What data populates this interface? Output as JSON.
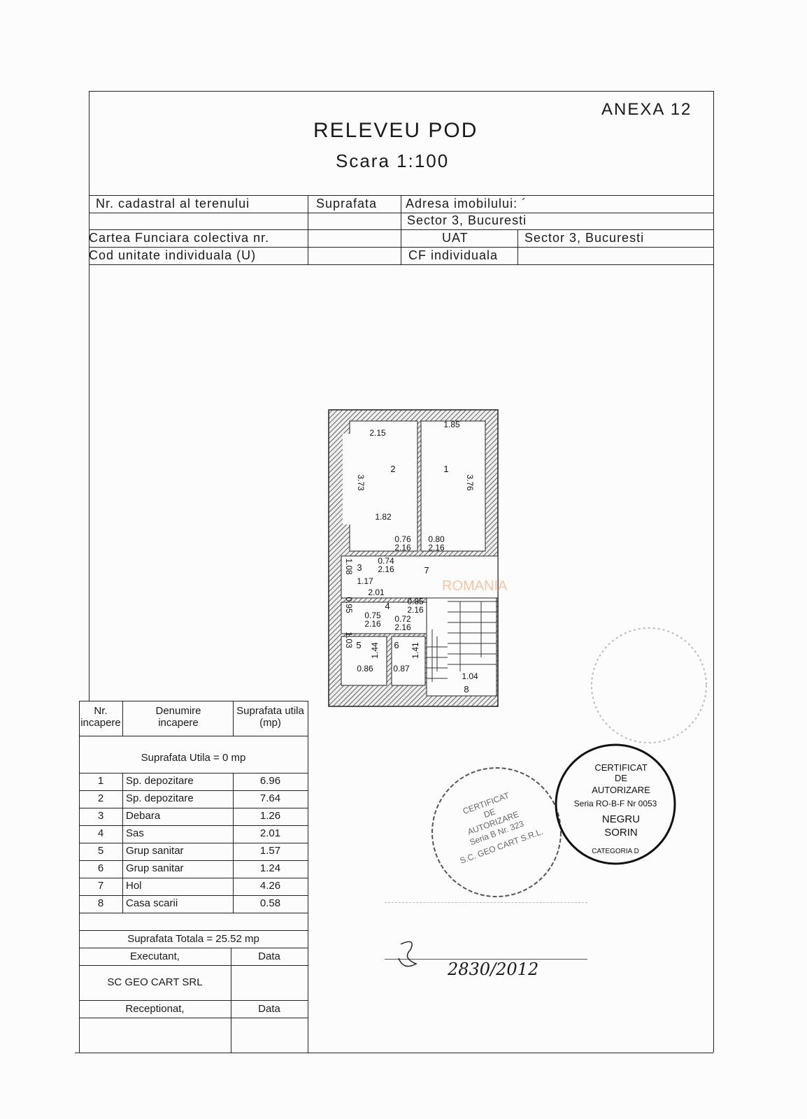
{
  "header": {
    "annex": "ANEXA 12",
    "title": "RELEVEU POD",
    "scale": "Scara 1:100"
  },
  "info_table": {
    "cadastral_label": "Nr. cadastral al terenului",
    "surface_label": "Suprafata",
    "address_label": "Adresa imobilului: ´",
    "address_value": "Sector 3, Bucuresti",
    "land_book_label": "Cartea Funciara colectiva nr.",
    "uat_label": "UAT",
    "uat_value": "Sector 3, Bucuresti",
    "unit_code_label": "Cod unitate individuala (U)",
    "cf_label": "CF individuala"
  },
  "floor_plan": {
    "rooms": [
      "1",
      "2",
      "3",
      "4",
      "5",
      "6",
      "7",
      "8"
    ],
    "dimensions": [
      "2.15",
      "1.85",
      "3.73",
      "3.76",
      "1.82",
      "0.76",
      "2.16",
      "0.80",
      "2.16",
      "0.74",
      "2.16",
      "1.08",
      "1.17",
      "2.01",
      "0.95",
      "0.85",
      "2.16",
      "0.75",
      "2.16",
      "0.72",
      "2.16",
      "1.03",
      "1.44",
      "1.41",
      "0.86",
      "0.87",
      "1.04"
    ],
    "watermark": "ROMANIA"
  },
  "room_table": {
    "headers": [
      "Nr. incapere",
      "Denumire incapere",
      "Suprafata utila (mp)"
    ],
    "useful_surface": "Suprafata Utila = 0 mp",
    "rows": [
      [
        "1",
        "Sp. depozitare",
        "6.96"
      ],
      [
        "2",
        "Sp. depozitare",
        "7.64"
      ],
      [
        "3",
        "Debara",
        "1.26"
      ],
      [
        "4",
        "Sas",
        "2.01"
      ],
      [
        "5",
        "Grup sanitar",
        "1.57"
      ],
      [
        "6",
        "Grup sanitar",
        "1.24"
      ],
      [
        "7",
        "Hol",
        "4.26"
      ],
      [
        "8",
        "Casa scarii",
        "0.58"
      ]
    ],
    "total_surface": "Suprafata Totala = 25.52 mp",
    "executant_label": "Executant,",
    "date_label": "Data",
    "executant_value": "SC GEO CART SRL",
    "received_label": "Receptionat,",
    "received_date_label": "Data"
  },
  "stamps": {
    "stamp1": [
      "CERTIFICAT",
      "DE",
      "AUTORIZARE",
      "Seria B Nr. 323",
      "S.C. GEO CART S.R.L."
    ],
    "stamp2": [
      "CERTIFICAT",
      "DE",
      "AUTORIZARE",
      "Seria RO-B-F Nr 0053",
      "NEGRU",
      "SORIN",
      "CATEGORIA D"
    ],
    "handwritten_number": "2830/2012"
  }
}
